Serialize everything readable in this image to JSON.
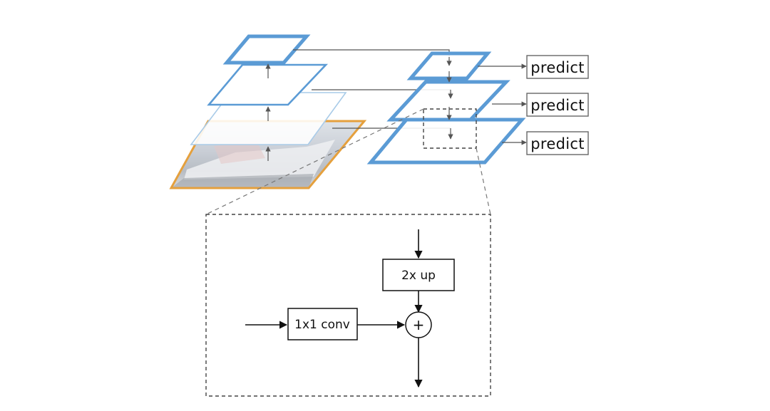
{
  "colors": {
    "pyramid_blue": "#5b9bd5",
    "pyramid_blue_light": "#a9cbe8",
    "image_border": "#e5a03d",
    "line": "#555555",
    "dashed": "#444444",
    "text": "#111111"
  },
  "outputs": [
    {
      "label": "predict"
    },
    {
      "label": "predict"
    },
    {
      "label": "predict"
    }
  ],
  "detail": {
    "upsample_label": "2x up",
    "lateral_label": "1x1 conv",
    "merge_symbol": "+"
  }
}
